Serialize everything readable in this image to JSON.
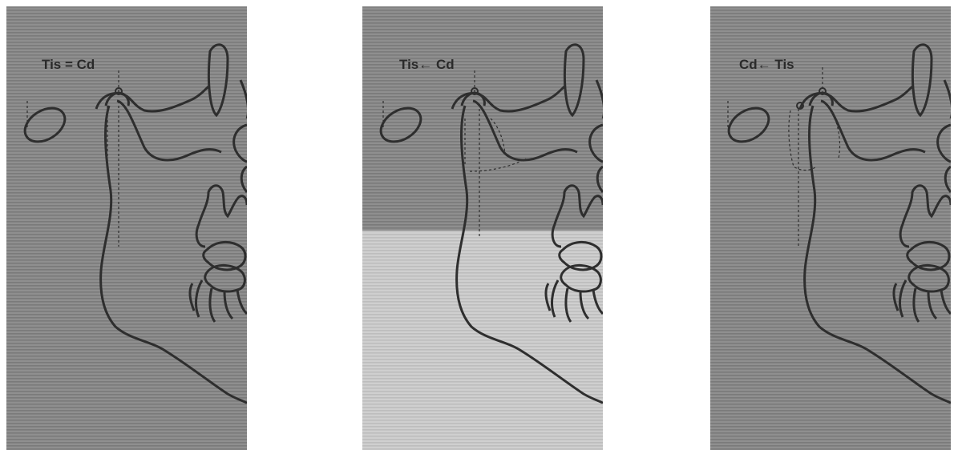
{
  "panels": [
    {
      "label": "Tis = Cd"
    },
    {
      "label": "Tis← Cd"
    },
    {
      "label": "Cd← Tis"
    }
  ],
  "colors": {
    "panel_gray": "#8c8c8c",
    "panel_light": "#c9c9c9",
    "stripe": "#7d7d7d",
    "outline": "#2e2e2e",
    "background": "#ffffff"
  }
}
